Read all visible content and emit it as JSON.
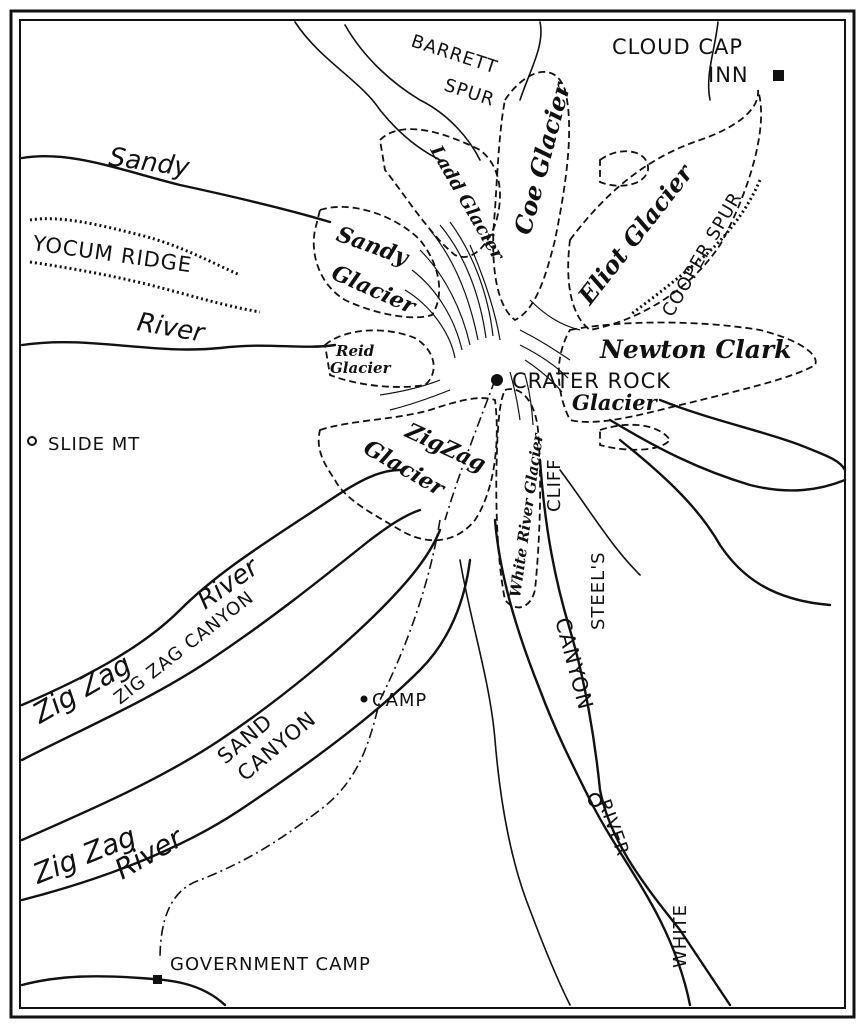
{
  "map": {
    "places": {
      "cloud_cap_inn": "CLOUD CAP INN",
      "barrett_spur": "BARRETT SPUR",
      "cooper_spur": "COOPER SPUR",
      "yocum_ridge": "YOCUM RIDGE",
      "crater_rock": "CRATER ROCK",
      "slide_mt": "SLIDE MT",
      "steels_cliff": "STEEL'S CLIFF",
      "zig_zag_canyon": "ZIG ZAG CANYON",
      "sand_canyon": "SAND CANYON",
      "white_river_canyon": "CANYON",
      "camp": "CAMP",
      "government_camp": "GOVERNMENT CAMP"
    },
    "glaciers": {
      "ladd": "Ladd Glacier",
      "coe": "Coe Glacier",
      "sandy": "Sandy Glacier",
      "eliot": "Eliot Glacier",
      "reid": "Reid Glacier",
      "newton_clark": "Newton Clark",
      "newton_clark_2": "Glacier",
      "zigzag": "ZigZag Glacier",
      "white_river": "White River Glacier"
    },
    "rivers": {
      "sandy_1": "Sandy",
      "sandy_2": "River",
      "zigzag_upper_1": "Zig Zag",
      "zigzag_upper_2": "River",
      "zigzag_lower_1": "Zig Zag",
      "zigzag_lower_2": "River",
      "white_river": "WHITE RIVER"
    }
  }
}
